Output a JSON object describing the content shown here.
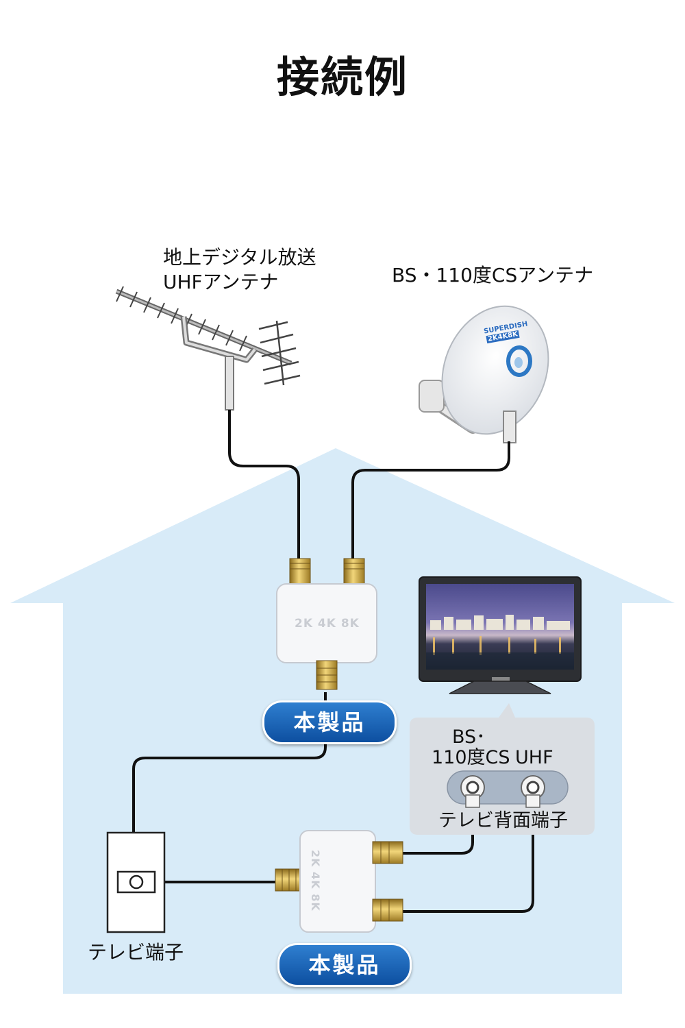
{
  "title": "接続例",
  "antenna_uhf": {
    "line1": "地上デジタル放送",
    "line2": "UHFアンテナ"
  },
  "antenna_bs": {
    "label": "BS・110度CSアンテナ"
  },
  "dish_logo": {
    "brand": "SUPERDISH",
    "badge": "2K4K8K"
  },
  "product_label_top": "本製品",
  "product_label_bottom": "本製品",
  "splitter_mark": "2K 4K 8K",
  "wall_outlet_label": "テレビ端子",
  "callout": {
    "left_port_line1": "BS･",
    "left_port_line2": "110度CS",
    "right_port": "UHF",
    "caption": "テレビ背面端子"
  },
  "colors": {
    "house": "#d8ebf8",
    "cable": "#111111",
    "pill": "#1a63b8",
    "callout": "#dadee3",
    "gold": "#c9a43c"
  }
}
